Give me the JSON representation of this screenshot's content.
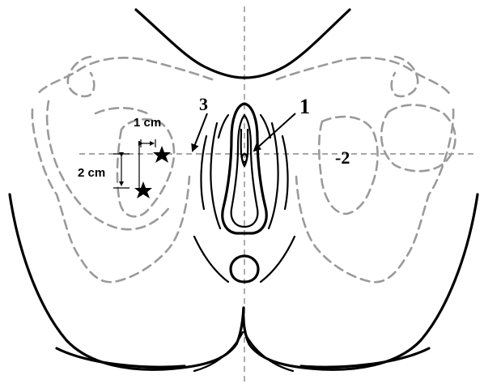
{
  "labels": {
    "marker_1": "1",
    "marker_2": "-2",
    "marker_3": "3",
    "dim_width": "1 cm",
    "dim_height": "2 cm"
  },
  "colors": {
    "outline": "#000000",
    "dashed_landmarks": "#9a9a9a",
    "background": "#ffffff"
  }
}
